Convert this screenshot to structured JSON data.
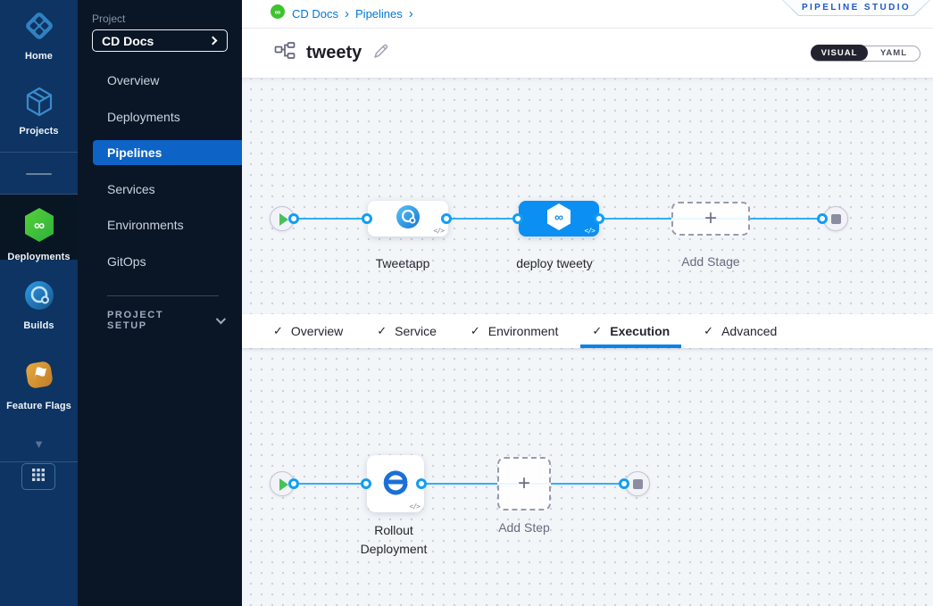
{
  "colors": {
    "accent_blue": "#0278d5",
    "selected_stage_blue": "#0b8ff2",
    "sidebar_active_blue": "#0d63c6",
    "rail_navy": "#0d3462",
    "panel_navy": "#0a1626",
    "connector_blue": "#30b0f4",
    "harness_green": "#3fc32f",
    "play_green": "#47c25b"
  },
  "icons": {
    "check": "✓",
    "plus": "+",
    "code": "</>",
    "infinity": "∞",
    "collapse_triangle": "▼",
    "breadcrumb_sep": "›",
    "flag": "⚑"
  },
  "left_rail": {
    "items": [
      {
        "label": "Home",
        "active": false
      },
      {
        "label": "Projects",
        "active": false
      },
      {
        "label": "Deployments",
        "active": true
      },
      {
        "label": "Builds",
        "active": false
      },
      {
        "label": "Feature Flags",
        "active": false
      }
    ]
  },
  "sidebar": {
    "project_label": "Project",
    "project_name": "CD Docs",
    "items": [
      "Overview",
      "Deployments",
      "Pipelines",
      "Services",
      "Environments",
      "GitOps"
    ],
    "active_item": "Pipelines",
    "project_setup_label": "PROJECT SETUP"
  },
  "header": {
    "breadcrumb": [
      "CD Docs",
      "Pipelines"
    ],
    "studio_badge": "PIPELINE STUDIO",
    "pipeline_name": "tweety",
    "view_toggle": {
      "visual": "VISUAL",
      "yaml": "YAML",
      "selected": "VISUAL"
    }
  },
  "stage_canvas": {
    "stages": [
      {
        "name": "Tweetapp",
        "type": "build",
        "selected": false
      },
      {
        "name": "deploy tweety",
        "type": "deploy",
        "selected": true
      }
    ],
    "add_stage_label": "Add Stage"
  },
  "tabs": {
    "items": [
      {
        "label": "Overview",
        "checked": true,
        "active": false
      },
      {
        "label": "Service",
        "checked": true,
        "active": false
      },
      {
        "label": "Environment",
        "checked": true,
        "active": false
      },
      {
        "label": "Execution",
        "checked": true,
        "active": true
      },
      {
        "label": "Advanced",
        "checked": true,
        "active": false
      }
    ]
  },
  "execution_canvas": {
    "steps": [
      {
        "name_line1": "Rollout",
        "name_line2": "Deployment",
        "type": "rolling-deploy"
      }
    ],
    "add_step_label": "Add Step"
  }
}
